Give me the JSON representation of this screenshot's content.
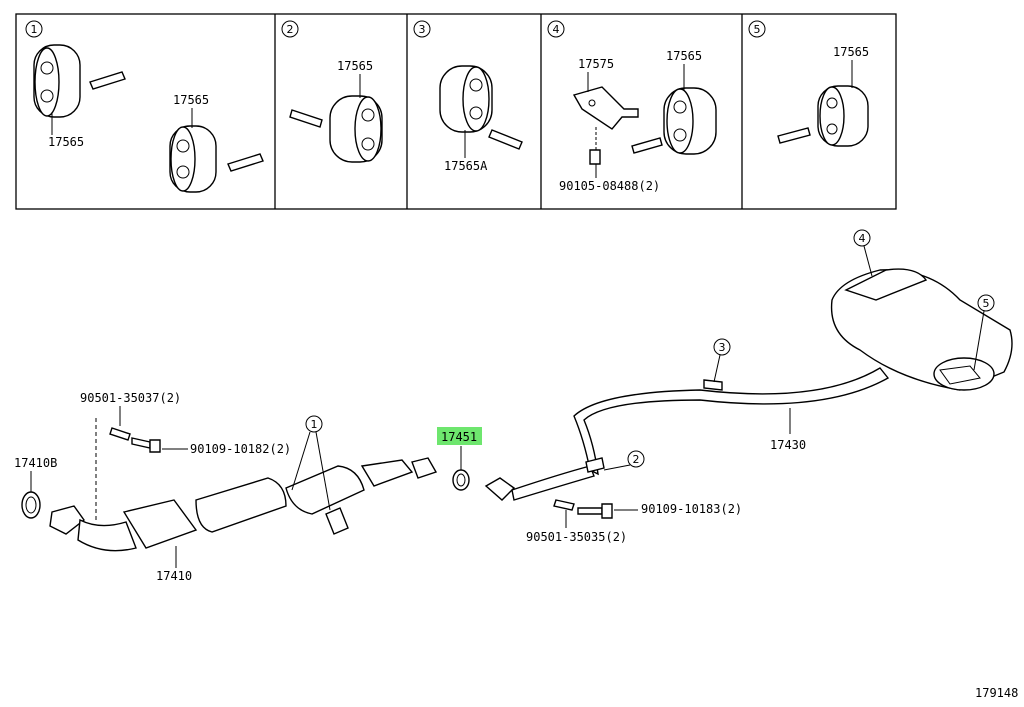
{
  "panels": [
    {
      "index": "1",
      "labels": [
        "17565",
        "17565"
      ]
    },
    {
      "index": "2",
      "labels": [
        "17565"
      ]
    },
    {
      "index": "3",
      "labels": [
        "17565A"
      ]
    },
    {
      "index": "4",
      "labels": [
        "17575",
        "17565",
        "90105-08488(2)"
      ]
    },
    {
      "index": "5",
      "labels": [
        "17565"
      ]
    }
  ],
  "main": {
    "parts": {
      "p17410B": "17410B",
      "p90501_35037": "90501-35037(2)",
      "p90109_10182": "90109-10182(2)",
      "p17410": "17410",
      "p17451": "17451",
      "p90501_35035": "90501-35035(2)",
      "p90109_10183": "90109-10183(2)",
      "p17430": "17430"
    },
    "callouts": {
      "c1": "1",
      "c2": "2",
      "c3": "3",
      "c4": "4",
      "c5": "5"
    },
    "highlight_color": "#6ee66e",
    "diagram_id": "179148"
  }
}
